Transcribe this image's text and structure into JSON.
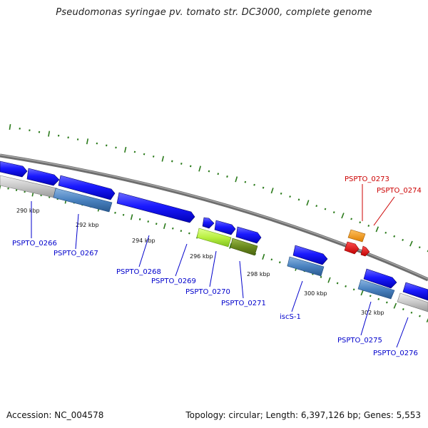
{
  "title": "Pseudomonas syringae pv. tomato str. DC3000, complete genome",
  "footer": {
    "accession": "Accession: NC_004578",
    "summary": "Topology: circular; Length: 6,397,126 bp; Genes: 5,553"
  },
  "ticks": [
    "290 kbp",
    "292 kbp",
    "294 kbp",
    "296 kbp",
    "298 kbp",
    "300 kbp",
    "302 kbp"
  ],
  "genes": [
    {
      "label": "PSPTO_0266",
      "color": "#0000cc"
    },
    {
      "label": "PSPTO_0267",
      "color": "#0000cc"
    },
    {
      "label": "PSPTO_0268",
      "color": "#0000cc"
    },
    {
      "label": "PSPTO_0269",
      "color": "#0000cc"
    },
    {
      "label": "PSPTO_0270",
      "color": "#0000cc"
    },
    {
      "label": "PSPTO_0271",
      "color": "#0000cc"
    },
    {
      "label": "iscS-1",
      "color": "#0000cc"
    },
    {
      "label": "PSPTO_0275",
      "color": "#0000cc"
    },
    {
      "label": "PSPTO_0276",
      "color": "#0000cc"
    },
    {
      "label": "PSPTO_0273",
      "color": "#cc0000"
    },
    {
      "label": "PSPTO_0274",
      "color": "#cc0000"
    }
  ],
  "colors": {
    "cds_blue": "#1a1aff",
    "rna_gray": "#c8c8c8",
    "steelblue": "#4a82c0",
    "lime": "#b8f040",
    "olive": "#6a8a1e",
    "orange": "#ff9900",
    "red": "#ee0000",
    "tick_green": "#2a7a1a",
    "backbone": "#808080"
  }
}
